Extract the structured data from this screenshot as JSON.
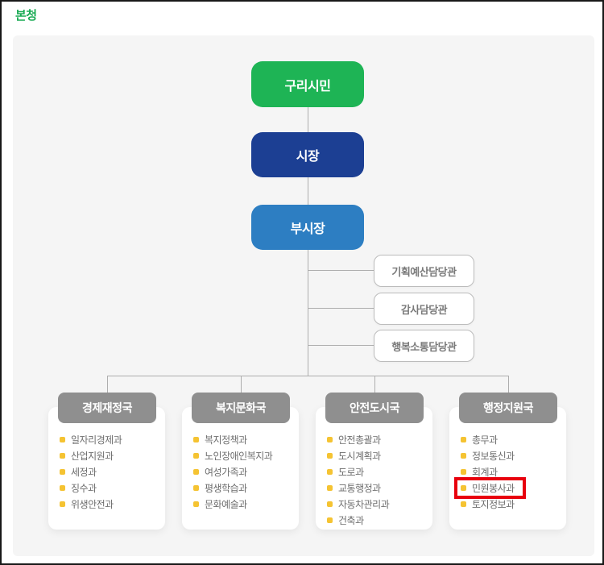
{
  "page_title": "본청",
  "colors": {
    "title_green": "#1bab55",
    "citizen_green": "#1eb455",
    "mayor_navy": "#1c3f93",
    "vice_mayor_blue": "#2d7ec2",
    "bureau_gray": "#8f8f8f",
    "connector_gray": "#aeaeae",
    "bullet_yellow": "#f5c332",
    "highlight_red": "#e8000d",
    "panel_bg": "#f5f5f5"
  },
  "org_chart": {
    "top_nodes": [
      {
        "label": "구리시민"
      },
      {
        "label": "시장"
      },
      {
        "label": "부시장"
      }
    ],
    "staff_offices": [
      "기획예산담당관",
      "감사담당관",
      "행복소통담당관"
    ],
    "bureaus": [
      {
        "name": "경제재정국",
        "divisions": [
          {
            "label": "일자리경제과",
            "highlighted": false
          },
          {
            "label": "산업지원과",
            "highlighted": false
          },
          {
            "label": "세정과",
            "highlighted": false
          },
          {
            "label": "징수과",
            "highlighted": false
          },
          {
            "label": "위생안전과",
            "highlighted": false
          }
        ]
      },
      {
        "name": "복지문화국",
        "divisions": [
          {
            "label": "복지정책과",
            "highlighted": false
          },
          {
            "label": "노인장애인복지과",
            "highlighted": false
          },
          {
            "label": "여성가족과",
            "highlighted": false
          },
          {
            "label": "평생학습과",
            "highlighted": false
          },
          {
            "label": "문화예술과",
            "highlighted": false
          }
        ]
      },
      {
        "name": "안전도시국",
        "divisions": [
          {
            "label": "안전총괄과",
            "highlighted": false
          },
          {
            "label": "도시계획과",
            "highlighted": false
          },
          {
            "label": "도로과",
            "highlighted": false
          },
          {
            "label": "교통행정과",
            "highlighted": false
          },
          {
            "label": "자동차관리과",
            "highlighted": false
          },
          {
            "label": "건축과",
            "highlighted": false
          }
        ]
      },
      {
        "name": "행정지원국",
        "divisions": [
          {
            "label": "총무과",
            "highlighted": false
          },
          {
            "label": "정보통신과",
            "highlighted": false
          },
          {
            "label": "회계과",
            "highlighted": false
          },
          {
            "label": "민원봉사과",
            "highlighted": true
          },
          {
            "label": "토지정보과",
            "highlighted": false
          }
        ]
      }
    ]
  }
}
